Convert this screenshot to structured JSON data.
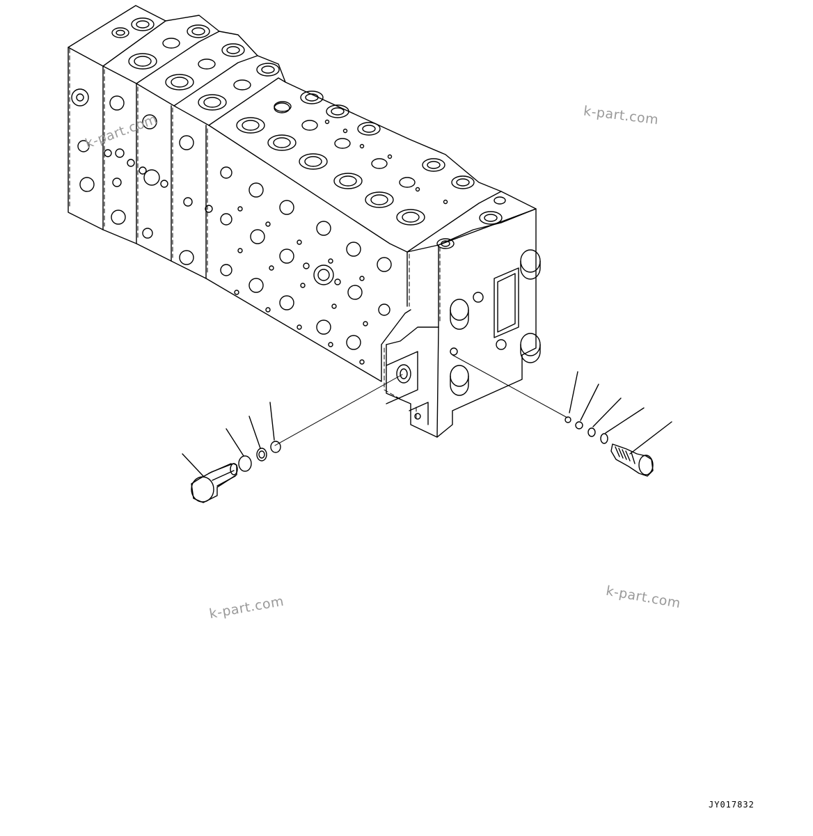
{
  "watermarks": [
    "k-part.com",
    "k-part.com",
    "k-part.com",
    "k-part.com"
  ],
  "drawing_code": "JY017832",
  "colors": {
    "line": "#000000",
    "background": "#ffffff",
    "watermark": "#9a9a9a"
  },
  "parts": [
    "control-valve-body",
    "plug-left",
    "o-ring-left-1",
    "o-ring-left-2",
    "o-ring-left-3",
    "valve-right",
    "o-ring-right-1",
    "o-ring-right-2",
    "o-ring-right-3",
    "o-ring-right-4"
  ]
}
